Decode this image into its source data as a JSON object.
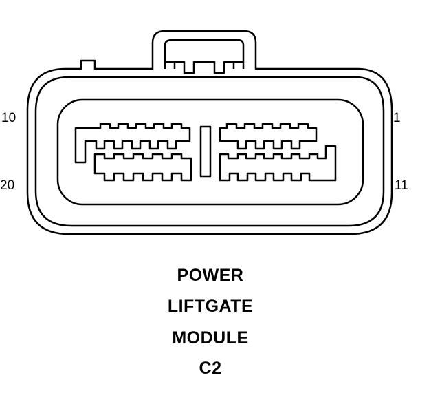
{
  "pin_labels": {
    "top_left": "10",
    "bottom_left": "20",
    "top_right": "1",
    "bottom_right": "11"
  },
  "caption": {
    "line1": "POWER",
    "line2": "LIFTGATE",
    "line3": "MODULE",
    "line4": "C2"
  },
  "colors": {
    "stroke": "#000000",
    "background": "#ffffff"
  }
}
